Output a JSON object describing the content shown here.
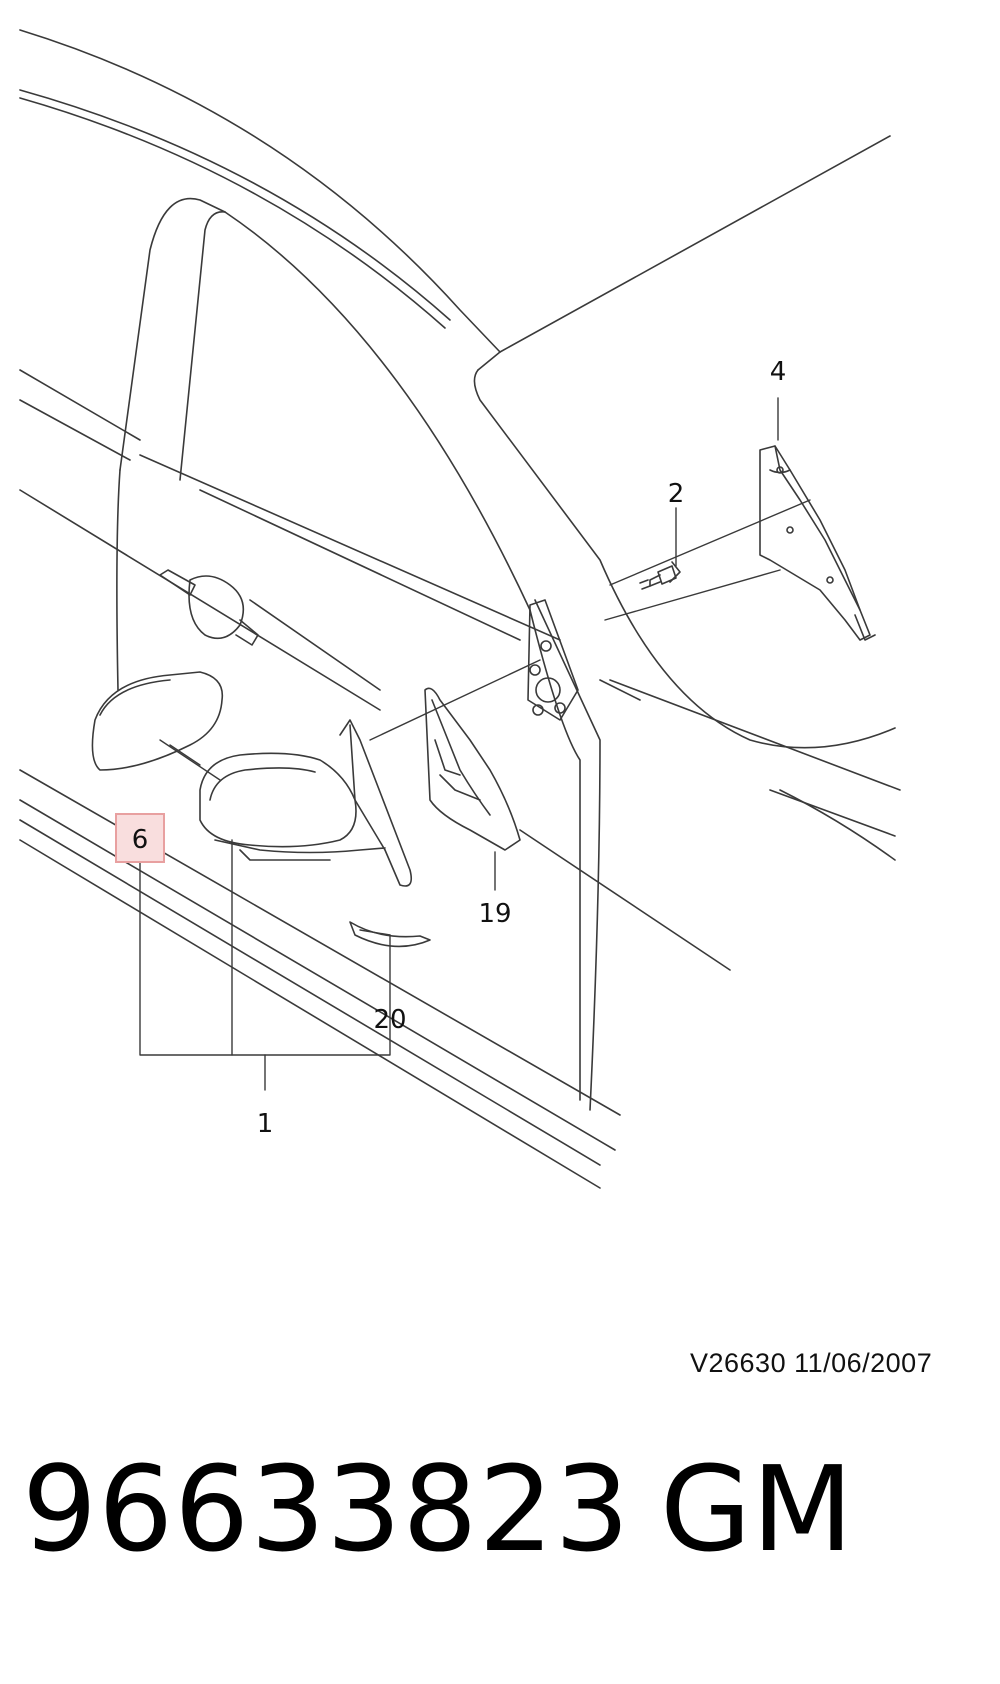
{
  "callouts": {
    "c1": "1",
    "c2": "2",
    "c4": "4",
    "c6": "6",
    "c19": "19",
    "c20": "20"
  },
  "footer": {
    "ref_code": "V26630  11/06/2007",
    "part_number": "96633823",
    "brand": "GM"
  },
  "colors": {
    "line": "#3a3a3a",
    "highlight_fill": "#f9dede",
    "highlight_stroke": "#e8a0a0"
  }
}
